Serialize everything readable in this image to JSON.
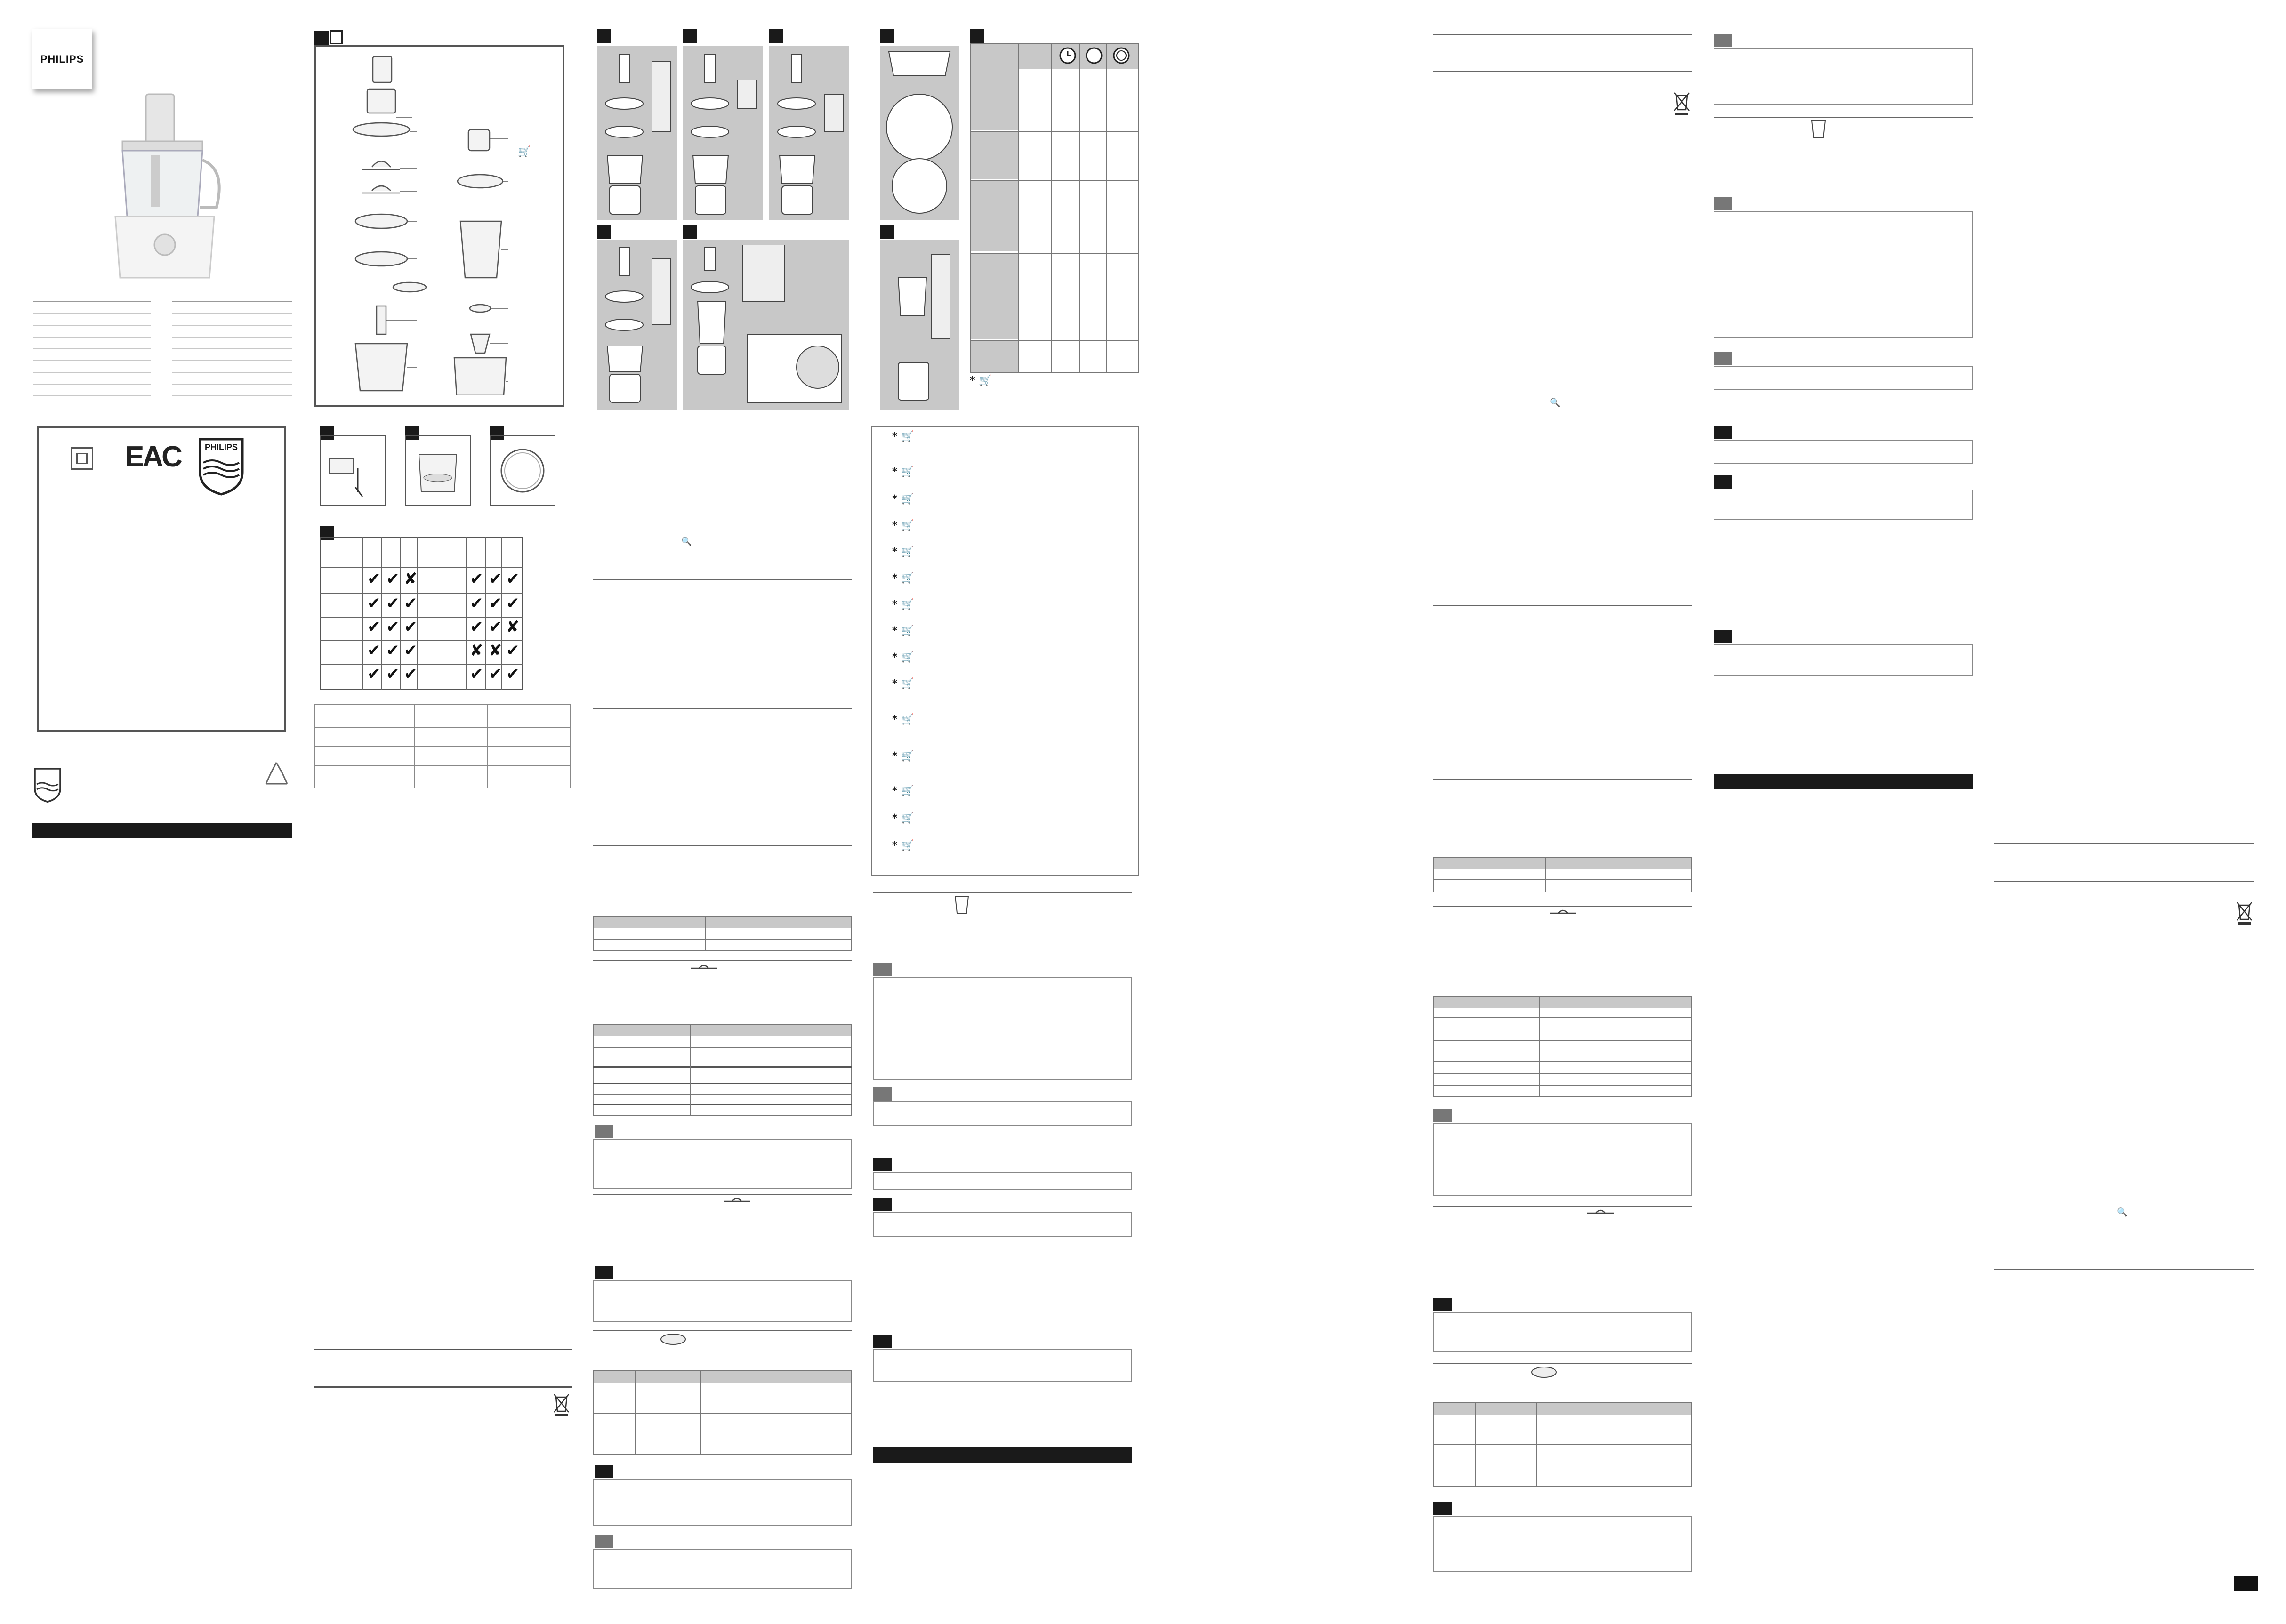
{
  "brand": {
    "logo_text": "PHILIPS"
  },
  "cert": {
    "eac_mark": "EAC",
    "shield_word": "PHILIPS"
  },
  "compat_table": {
    "marks": [
      "✔",
      "✔",
      "✘",
      "✔",
      "✔",
      "✔",
      "✔",
      "✔",
      "✔",
      "✔",
      "✔",
      "✔",
      "✔",
      "✔",
      "✔",
      "✔",
      "✔",
      "✘",
      "✔",
      "✔",
      "✔",
      "✘",
      "✘",
      "✔",
      "✔",
      "✔",
      "✔",
      "✔",
      "✔",
      "✔"
    ]
  },
  "footer": {
    "page_number": ""
  },
  "icons": {
    "cart": "shopping-cart-icon",
    "search": "magnifier-icon",
    "note": "note-icon",
    "warning": "warning-triangle-icon",
    "caution": "exclamation-icon",
    "snowflake": "snowflake-icon",
    "weee": "crossed-bin-icon",
    "recycle": "recycle-icon"
  },
  "colors": {
    "ink": "#1a1a1a",
    "panel_gray": "#c8c8c8",
    "rule": "#555555"
  }
}
